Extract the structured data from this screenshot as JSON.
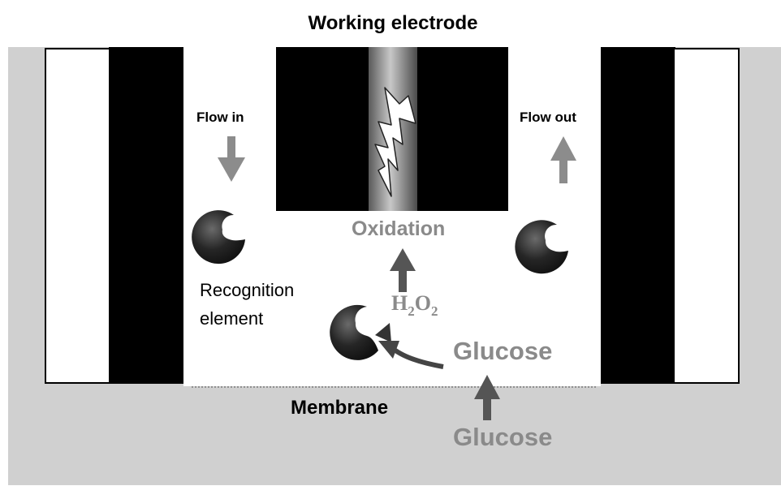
{
  "labels": {
    "working_electrode": "Working electrode",
    "flow_in": "Flow in",
    "flow_out": "Flow out",
    "oxidation": "Oxidation",
    "recognition_line1": "Recognition",
    "recognition_line2": "element",
    "h2o2": {
      "h1": "H",
      "sub1": "2",
      "o": "O",
      "sub2": "2"
    },
    "glucose_inner": "Glucose",
    "membrane": "Membrane",
    "glucose_outer": "Glucose"
  },
  "colors": {
    "housing_gray": "#d0d0d0",
    "black": "#000000",
    "white": "#ffffff",
    "arrow_light": "#8c8c8c",
    "arrow_dark": "#555555",
    "text_gray": "#8a8a8a",
    "text_dark": "#000000",
    "enzyme": "#2a2a2a"
  }
}
